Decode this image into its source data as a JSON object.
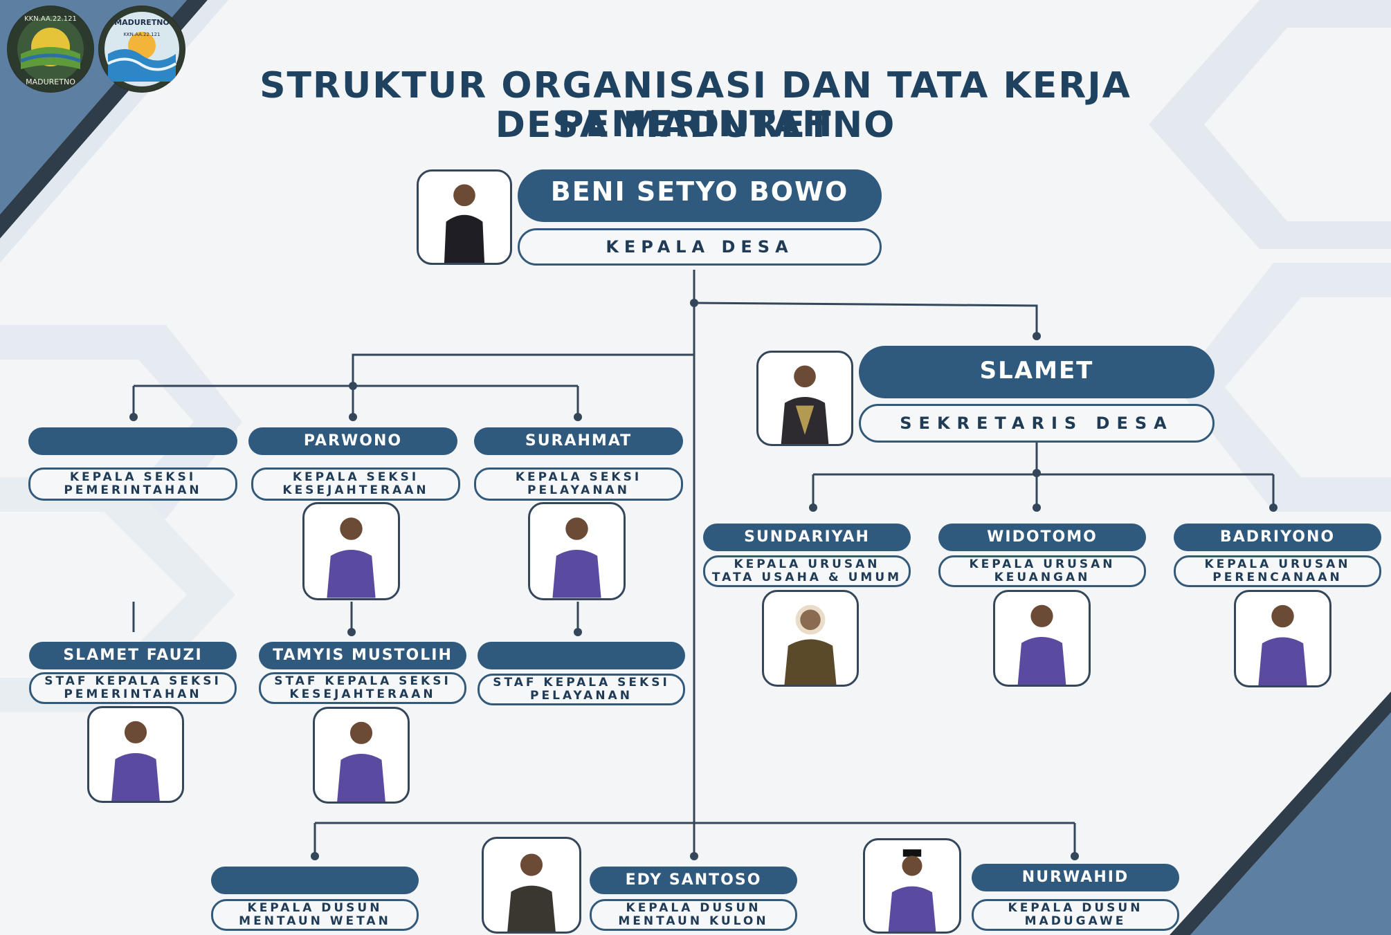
{
  "title": {
    "line1": "STRUKTUR ORGANISASI DAN TATA KERJA PEMERINTAH",
    "line2": "DESA MADURETNO"
  },
  "logos": {
    "left": {
      "top_text": "KKN.AA.22.121",
      "bottom_text": "MADURETNO"
    },
    "right": {
      "top_text": "MADURETNO",
      "sub_text": "KKN.AA.22.121"
    }
  },
  "colors": {
    "name_bg": "#2f5a7e",
    "title": "#1f4260",
    "line": "#33465a",
    "accent": "#5d7fa2"
  },
  "kepala_desa": {
    "name": "BENI SETYO BOWO",
    "role": "KEPALA DESA"
  },
  "sekretaris": {
    "name": "SLAMET",
    "role": "SEKRETARIS DESA"
  },
  "seksi": [
    {
      "name": "",
      "role": [
        "KEPALA SEKSI",
        "PEMERINTAHAN"
      ]
    },
    {
      "name": "PARWONO",
      "role": [
        "KEPALA SEKSI",
        "KESEJAHTERAAN"
      ]
    },
    {
      "name": "SURAHMAT",
      "role": [
        "KEPALA SEKSI",
        "PELAYANAN"
      ]
    }
  ],
  "staf": [
    {
      "name": "SLAMET FAUZI",
      "role": [
        "STAF KEPALA SEKSI",
        "PEMERINTAHAN"
      ]
    },
    {
      "name": "TAMYIS MUSTOLIH",
      "role": [
        "STAF KEPALA SEKSI",
        "KESEJAHTERAAN"
      ]
    },
    {
      "name": "",
      "role": [
        "STAF KEPALA SEKSI",
        "PELAYANAN"
      ]
    }
  ],
  "urusan": [
    {
      "name": "SUNDARIYAH",
      "role": [
        "KEPALA URUSAN",
        "TATA USAHA & UMUM"
      ]
    },
    {
      "name": "WIDOTOMO",
      "role": [
        "KEPALA URUSAN",
        "KEUANGAN"
      ]
    },
    {
      "name": "BADRIYONO",
      "role": [
        "KEPALA URUSAN",
        "PERENCANAAN"
      ]
    }
  ],
  "dusun": [
    {
      "name": "",
      "role": [
        "KEPALA DUSUN",
        "MENTAUN WETAN"
      ]
    },
    {
      "name": "EDY SANTOSO",
      "role": [
        "KEPALA DUSUN",
        "MENTAUN KULON"
      ]
    },
    {
      "name": "NURWAHID",
      "role": [
        "KEPALA DUSUN",
        "MADUGAWE"
      ]
    }
  ]
}
